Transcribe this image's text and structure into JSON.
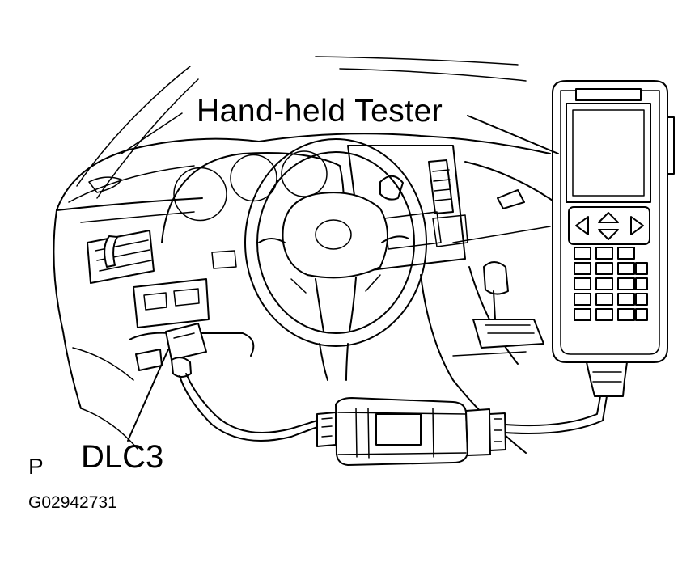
{
  "labels": {
    "tester": "Hand-held  Tester",
    "dlc": "DLC3",
    "position": "P",
    "figure_id": "G02942731"
  },
  "colors": {
    "ink": "#000000",
    "paper": "#ffffff"
  }
}
